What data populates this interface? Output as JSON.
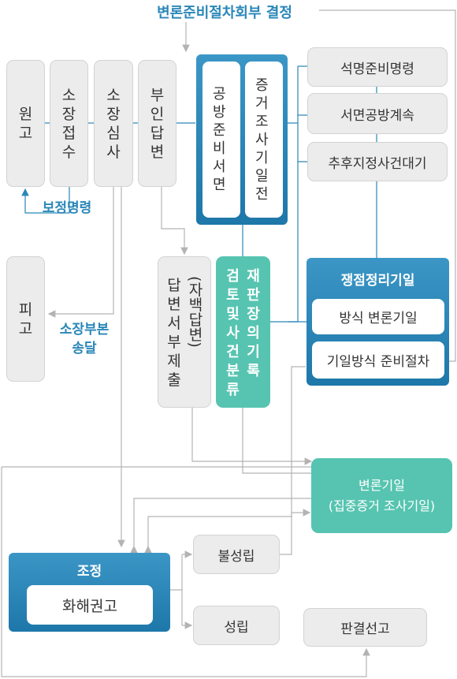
{
  "title": "변론준비절차회부 결정",
  "nodes": {
    "plaintiff": "원고",
    "receipt": "소장접수",
    "review": "소장심사",
    "no_answer": "부인답변",
    "defendant": "피고",
    "answer_submit": "답변서부제출",
    "answer_paren": "(자백답변)",
    "order_prep": "석명준비명령",
    "written_cont": "서면공방계속",
    "await": "추후지정사건대기",
    "prep_docs": "공방준비서면",
    "evidence": "증거조사기일전",
    "judge_col1": "재판장의기록",
    "judge_col2": "검토및사건분류",
    "issue_header": "쟁점정리기일",
    "issue_method": "방식 변론기일",
    "issue_prep": "기일방식 준비절차",
    "hearing_line1": "변론기일",
    "hearing_line2": "(집중증거 조사기일)",
    "mediation_header": "조정",
    "settlement": "화해권고",
    "fail": "불성립",
    "success": "성립",
    "judgment": "판결선고"
  },
  "edge_labels": {
    "correction": "보정명령",
    "serve1": "소장부본",
    "serve2": "송달"
  },
  "colors": {
    "accent_blue": "#2a87b8",
    "line_blue": "#2a87b8",
    "line_gray": "#b3b3b3",
    "teal": "#56c4b0",
    "box_gray": "#ececec"
  }
}
